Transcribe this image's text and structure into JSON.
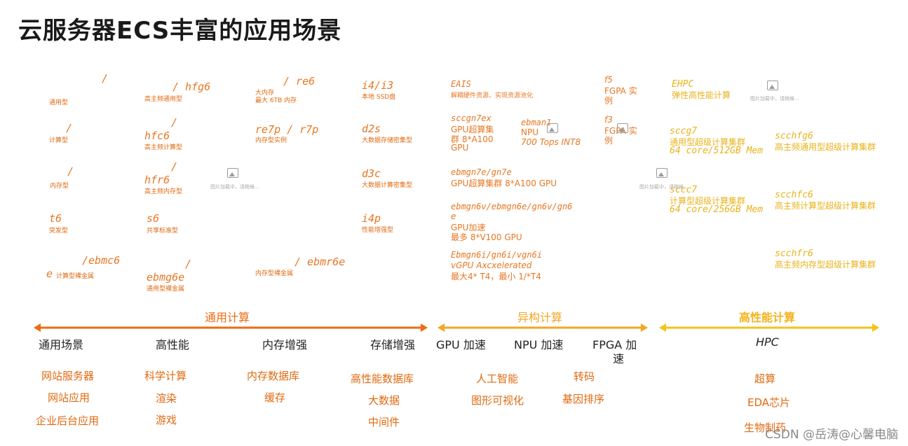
{
  "title": "云服务器ECS丰富的应用场景",
  "col_general": [
    {
      "code": "/",
      "desc": "通用型"
    },
    {
      "code": "/",
      "desc": "计算型"
    },
    {
      "code": "/",
      "desc": "内存型"
    },
    {
      "code": "t6",
      "desc": "突发型"
    },
    {
      "code": "/ebmc6",
      "code2": "e",
      "desc": "计算型裸金属"
    }
  ],
  "col_high": [
    {
      "code": "/ hfg6",
      "desc": "高主频通用型"
    },
    {
      "code": "/",
      "code2": "hfc6",
      "desc": "高主频计算型"
    },
    {
      "code": "/",
      "code2": "hfr6",
      "desc": "高主频内存型"
    },
    {
      "code": "s6",
      "desc": "共享标准型"
    },
    {
      "code": "/",
      "code2": "ebmg6e",
      "desc": "通用型裸金属"
    }
  ],
  "col_mem": [
    {
      "code": "/ re6",
      "desc": "大内存",
      "desc2": "最大 6TB 内存"
    },
    {
      "code": "re7p / r7p",
      "desc": "内存型实例"
    },
    {
      "code": "/ ebmr6e",
      "desc": "内存型裸金属"
    }
  ],
  "col_storage": [
    {
      "code": "i4/i3",
      "desc": "本地 SSD盘"
    },
    {
      "code": "d2s",
      "desc": "大数据存储密集型"
    },
    {
      "code": "d3c",
      "desc": "大数据计算密集型"
    },
    {
      "code": "i4p",
      "desc": "性能增强型"
    }
  ],
  "hetero": {
    "eais_code": "EAIS",
    "eais_desc": "解耦硬件资源、实现资源池化",
    "sccgn7ex": [
      "sccgn7ex",
      "GPU超算集",
      "群 8*A100",
      "GPU"
    ],
    "ebman1": [
      "ebman1",
      "NPU",
      "700 Tops INT8"
    ],
    "ebmgn7e": [
      "ebmgn7e/gn7e",
      "GPU超算集群 8*A100 GPU"
    ],
    "ebmgn6v": [
      "ebmgn6v/ebmgn6e/gn6v/gn6",
      "e",
      "GPU加速",
      "最多 8*V100 GPU"
    ],
    "ebmgn6i": [
      "Ebmgn6i/gn6i/vgn6i",
      "vGPU Axcxelerated",
      "最大4* T4，最小 1/*T4"
    ],
    "f5": [
      "f5",
      "FGPA 实",
      "例"
    ],
    "f3": [
      "f3",
      "FGPA 实",
      "例"
    ]
  },
  "hpc": {
    "ehpc": [
      "EHPC",
      "弹性高性能计算"
    ],
    "sccg7": [
      "sccg7",
      "通用型超级计算集群",
      "64 core/512GB Mem"
    ],
    "sccc7": [
      "sccc7",
      "计算型超级计算集群",
      "64 core/256GB Mem"
    ],
    "scchfg6": [
      "scchfg6",
      "高主频通用型超级计算集群"
    ],
    "scchfc6": [
      "scchfc6",
      "高主频计算型超级计算集群"
    ],
    "scchfr6": [
      "scchfr6",
      "高主频内存型超级计算集群"
    ]
  },
  "placeholder_text": "图片加载中，请稍候...",
  "categories": {
    "general": "通用计算",
    "hetero": "异构计算",
    "hpc": "高性能计算"
  },
  "scenarios": [
    "通用场景",
    "高性能",
    "内存增强",
    "存储增强",
    "GPU 加速",
    "NPU 加速",
    "FPGA 加",
    "速",
    "HPC"
  ],
  "apps": {
    "c1": [
      "网站服务器",
      "网站应用",
      "企业后台应用"
    ],
    "c2": [
      "科学计算",
      "渲染",
      "游戏"
    ],
    "c3": [
      "内存数据库",
      "缓存"
    ],
    "c4": [
      "高性能数据库",
      "大数据",
      "中间件"
    ],
    "c5": [
      "人工智能",
      "图形可视化"
    ],
    "c6": [
      "转码",
      "基因排序"
    ],
    "c7": [
      "超算",
      "EDA芯片",
      "生物制药"
    ]
  },
  "watermark": "CSDN @岳涛@心馨电脑",
  "colors": {
    "orange_dark": "#f06a12",
    "orange": "#f5a623",
    "yellow": "#f5c21a"
  }
}
